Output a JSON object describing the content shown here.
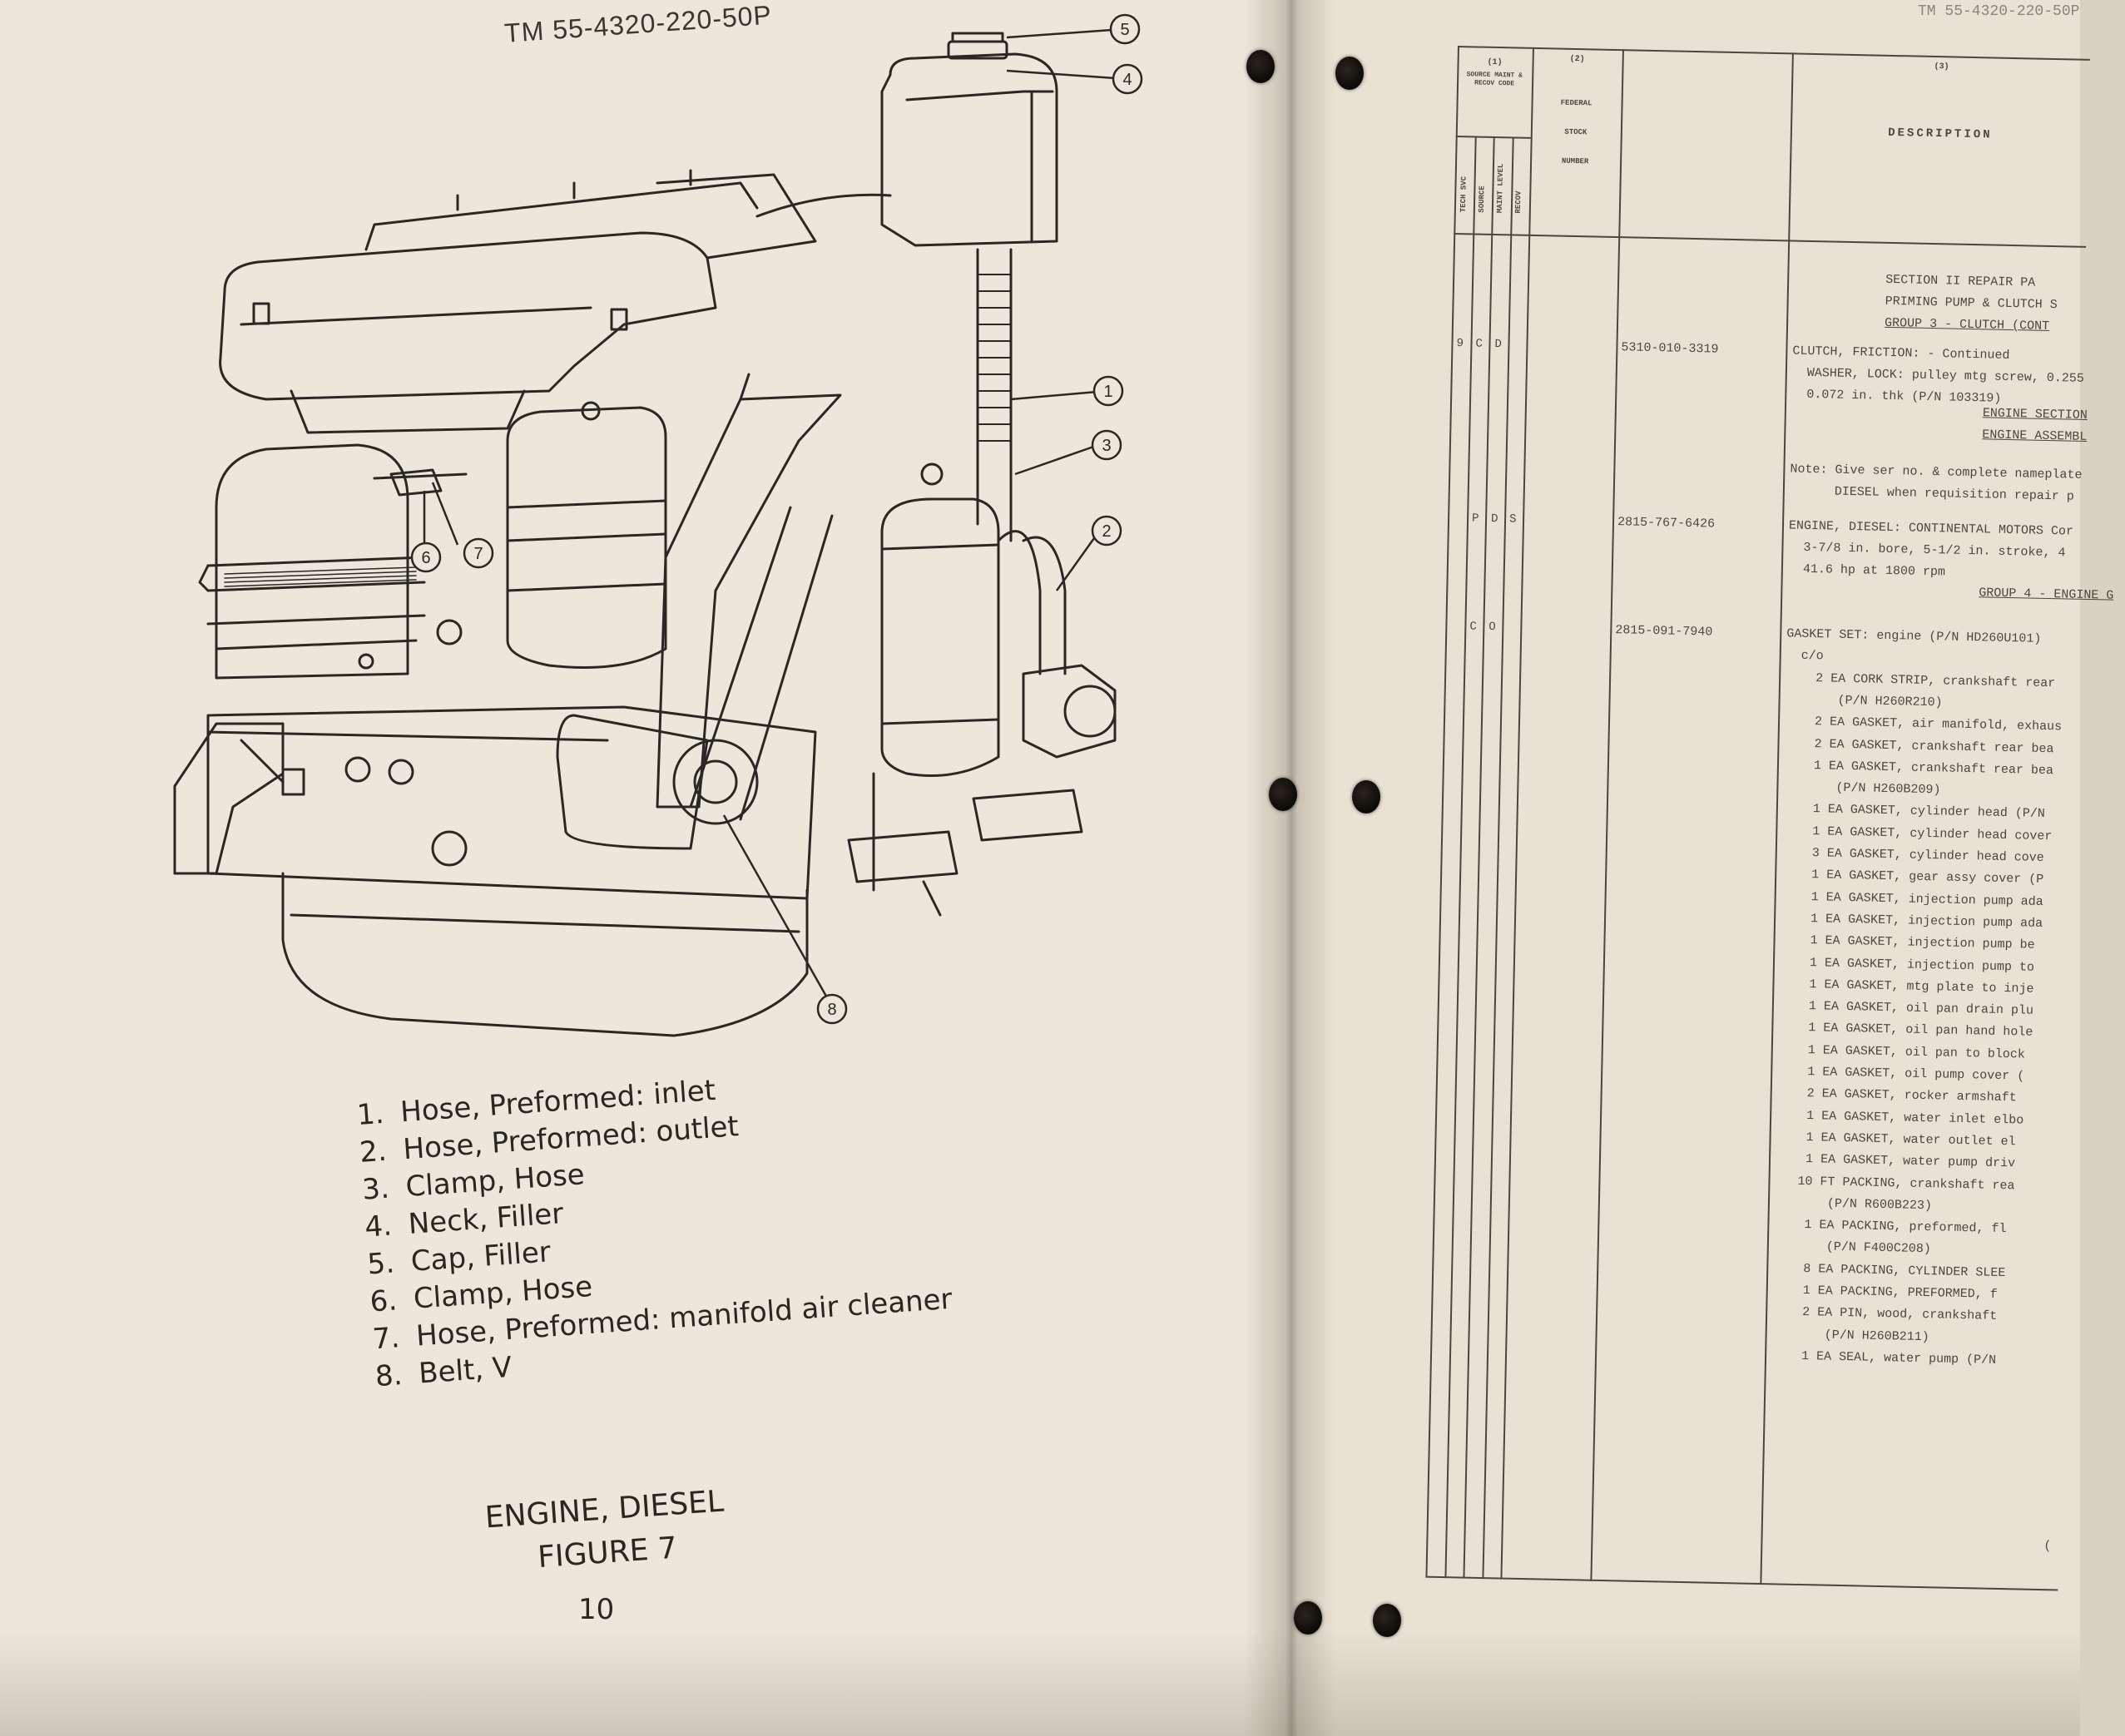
{
  "left_page": {
    "header": "TM 55-4320-220-50P",
    "callouts": [
      "1",
      "2",
      "3",
      "4",
      "5",
      "6",
      "7",
      "8"
    ],
    "legend": [
      {
        "num": "1.",
        "text": "Hose, Preformed: inlet"
      },
      {
        "num": "2.",
        "text": "Hose, Preformed: outlet"
      },
      {
        "num": "3.",
        "text": "Clamp, Hose"
      },
      {
        "num": "4.",
        "text": "Neck, Filler"
      },
      {
        "num": "5.",
        "text": "Cap, Filler"
      },
      {
        "num": "6.",
        "text": "Clamp, Hose"
      },
      {
        "num": "7.",
        "text": "Hose, Preformed: manifold air cleaner"
      },
      {
        "num": "8.",
        "text": "Belt, V"
      }
    ],
    "caption_line1": "ENGINE, DIESEL",
    "caption_line2": "FIGURE 7",
    "page_number": "10"
  },
  "right_page": {
    "header": "TM 55-4320-220-50P",
    "columns": {
      "col1_num": "(1)",
      "col1_title": "SOURCE MAINT & RECOV CODE",
      "col1_sub": [
        "TECH SVC",
        "SOURCE",
        "MAINT LEVEL",
        "RECOV"
      ],
      "col2_num": "(2)",
      "col2_title": [
        "FEDERAL",
        "STOCK",
        "NUMBER"
      ],
      "col3_num": "(3)",
      "col3_title": "DESCRIPTION"
    },
    "section_titles": [
      "SECTION II REPAIR PA",
      "PRIMING PUMP & CLUTCH S",
      "GROUP 3 - CLUTCH (CONT"
    ],
    "rows": [
      {
        "codes": [
          "9",
          "C",
          "D",
          ""
        ],
        "fsn": "5310-010-3319",
        "lines": [
          "CLUTCH, FRICTION: - Continued",
          "  WASHER, LOCK: pulley mtg screw, 0.255",
          "  0.072 in. thk (P/N 103319)"
        ]
      },
      {
        "codes": [],
        "fsn": "",
        "lines": [
          "ENGINE SECTION",
          "ENGINE ASSEMBL"
        ]
      },
      {
        "codes": [],
        "fsn": "",
        "lines": [
          "Note: Give ser no. & complete nameplate",
          "      DIESEL when requisition repair p"
        ]
      },
      {
        "codes": [
          "",
          "P",
          "D",
          "S"
        ],
        "fsn": "2815-767-6426",
        "lines": [
          "ENGINE, DIESEL: CONTINENTAL MOTORS Cor",
          "  3-7/8 in. bore, 5-1/2 in. stroke, 4",
          "  41.6 hp at 1800 rpm"
        ]
      },
      {
        "codes": [],
        "fsn": "",
        "lines": [
          "GROUP 4 - ENGINE G"
        ]
      },
      {
        "codes": [
          "",
          "C",
          "O",
          ""
        ],
        "fsn": "2815-091-7940",
        "lines": [
          "GASKET SET: engine (P/N HD260U101)",
          "  c/o",
          "    2 EA CORK STRIP, crankshaft rear",
          "       (P/N H260R210)",
          "    2 EA GASKET, air manifold, exhaus",
          "    2 EA GASKET, crankshaft rear bea",
          "    1 EA GASKET, crankshaft rear bea",
          "       (P/N H260B209)",
          "    1 EA GASKET, cylinder head (P/N",
          "    1 EA GASKET, cylinder head cover",
          "    3 EA GASKET, cylinder head cove",
          "    1 EA GASKET, gear assy cover (P",
          "    1 EA GASKET, injection pump ada",
          "    1 EA GASKET, injection pump ada",
          "    1 EA GASKET, injection pump be",
          "    1 EA GASKET, injection pump to",
          "    1 EA GASKET, mtg plate to inje",
          "    1 EA GASKET, oil pan drain plu",
          "    1 EA GASKET, oil pan hand hole",
          "    1 EA GASKET, oil pan to block",
          "    1 EA GASKET, oil pump cover (",
          "    2 EA GASKET, rocker armshaft",
          "    1 EA GASKET, water inlet elbo",
          "    1 EA GASKET, water outlet el",
          "    1 EA GASKET, water pump driv",
          "   10 FT PACKING, crankshaft rea",
          "       (P/N R600B223)",
          "    1 EA PACKING, preformed, fl",
          "       (P/N F400C208)",
          "    8 EA PACKING, CYLINDER SLEE",
          "    1 EA PACKING, PREFORMED, f",
          "    2 EA PIN, wood, crankshaft",
          "       (P/N H260B211)",
          "    1 EA SEAL, water pump (P/N"
        ]
      }
    ],
    "corner_mark": "(",
    "accent": "#4a4640"
  }
}
